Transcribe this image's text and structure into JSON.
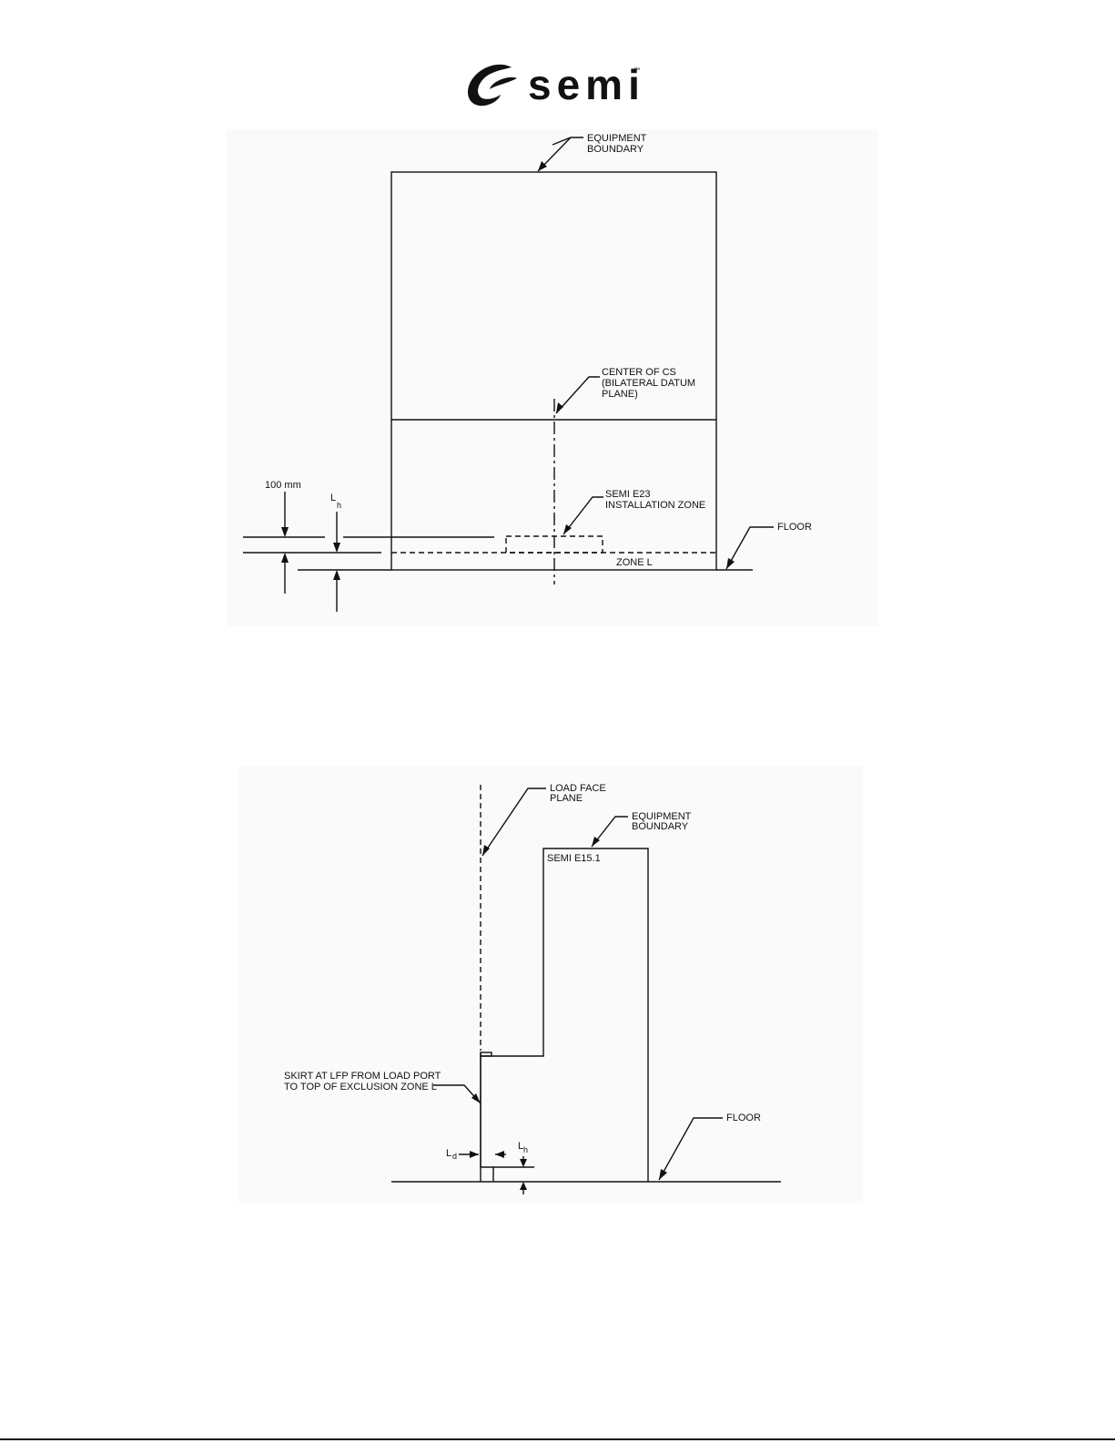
{
  "header": {
    "logo_text": "semi",
    "logo_tm": "™"
  },
  "figure1": {
    "equipment_boundary": [
      "EQUIPMENT",
      "BOUNDARY"
    ],
    "center_of_cs": [
      "CENTER OF CS",
      "(BILATERAL DATUM",
      "PLANE)"
    ],
    "installation_zone": [
      "SEMI E23",
      "INSTALLATION ZONE"
    ],
    "floor": "FLOOR",
    "zone_l": "ZONE L",
    "dim_100mm": "100 mm",
    "lh_main": "L",
    "lh_sub": "h"
  },
  "figure2": {
    "load_face_plane": [
      "LOAD FACE",
      "PLANE"
    ],
    "equipment_boundary": [
      "EQUIPMENT",
      "BOUNDARY"
    ],
    "semi_e15": "SEMI E15.1",
    "skirt": [
      "SKIRT AT LFP FROM LOAD PORT",
      "TO TOP OF EXCLUSION ZONE L"
    ],
    "floor": "FLOOR",
    "ld_main": "L",
    "ld_sub": "d",
    "lh_main": "L",
    "lh_sub": "h"
  }
}
